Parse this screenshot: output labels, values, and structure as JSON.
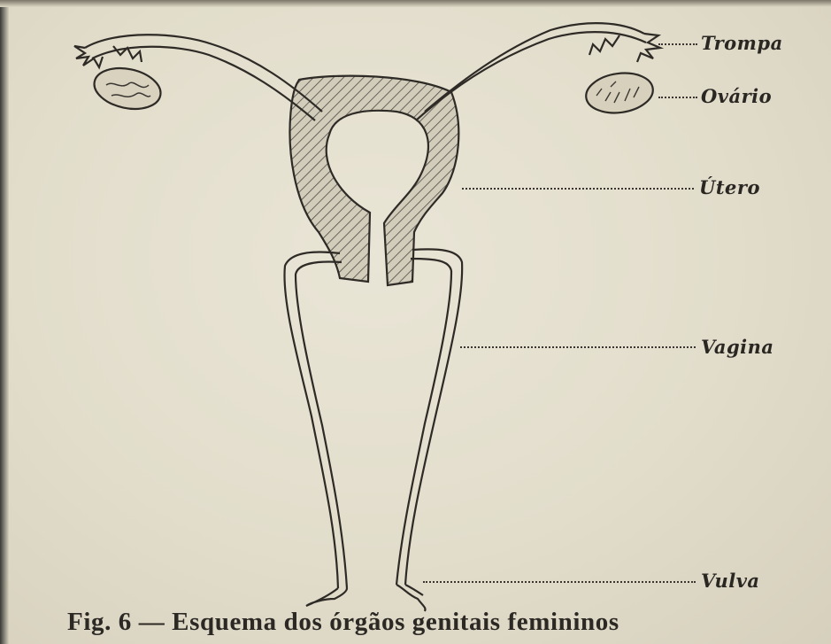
{
  "labels": {
    "trompa": "Trompa",
    "ovario": "Ovário",
    "utero": "Útero",
    "vagina": "Vagina",
    "vulva": "Vulva"
  },
  "caption": "Fig. 6 — Esquema dos órgãos genitais femininos",
  "colors": {
    "ink": "#2e2a26",
    "paper": "#e4dfce",
    "hatch": "#5a5650"
  }
}
